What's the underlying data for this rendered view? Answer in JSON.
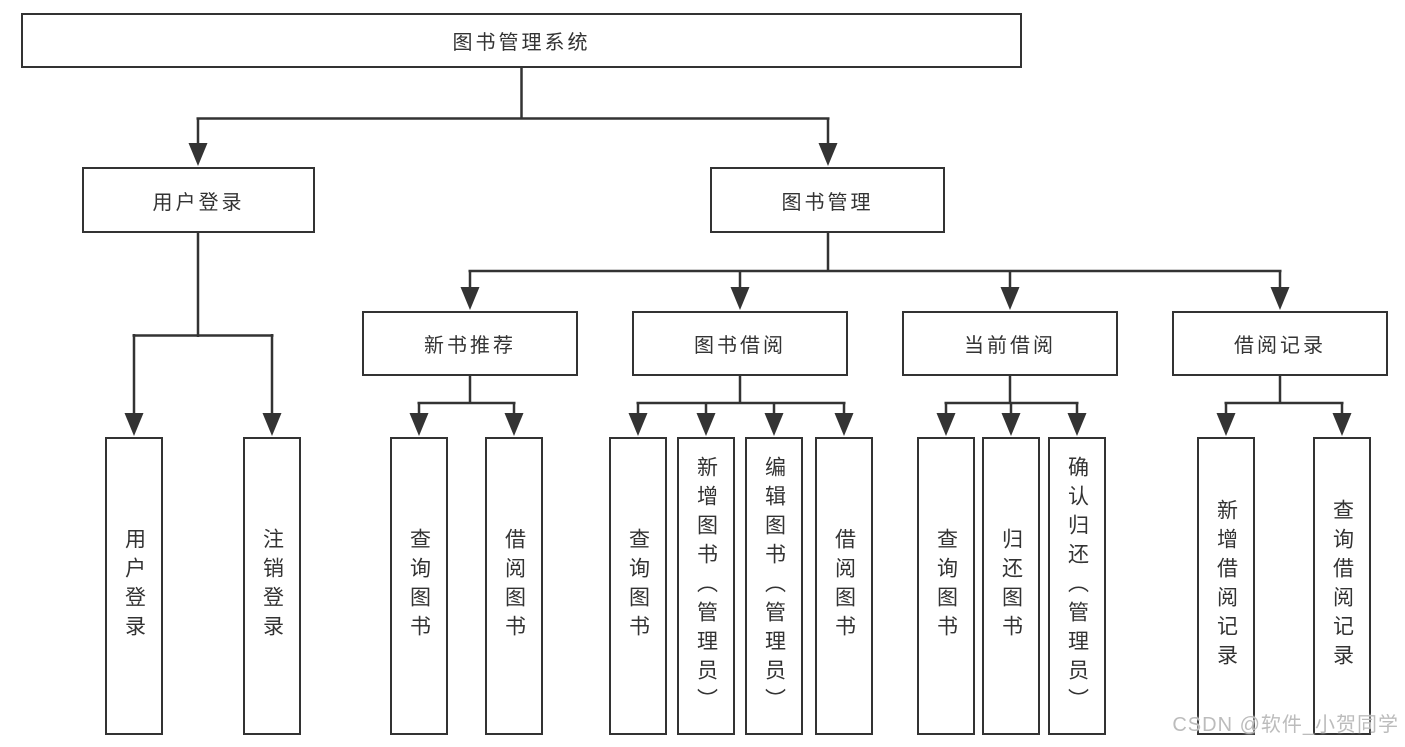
{
  "tree": {
    "root": "图书管理系统",
    "children": [
      {
        "label": "用户登录",
        "children": [
          {
            "label": "用户登录"
          },
          {
            "label": "注销登录"
          }
        ]
      },
      {
        "label": "图书管理",
        "children": [
          {
            "label": "新书推荐",
            "children": [
              {
                "label": "查询图书"
              },
              {
                "label": "借阅图书"
              }
            ]
          },
          {
            "label": "图书借阅",
            "children": [
              {
                "label": "查询图书"
              },
              {
                "label": "新增图书（管理员）"
              },
              {
                "label": "编辑图书（管理员）"
              },
              {
                "label": "借阅图书"
              }
            ]
          },
          {
            "label": "当前借阅",
            "children": [
              {
                "label": "查询图书"
              },
              {
                "label": "归还图书"
              },
              {
                "label": "确认归还（管理员）"
              }
            ]
          },
          {
            "label": "借阅记录",
            "children": [
              {
                "label": "新增借阅记录"
              },
              {
                "label": "查询借阅记录"
              }
            ]
          }
        ]
      }
    ]
  },
  "watermark": "CSDN @软件_小贺同学",
  "colors": {
    "line": "#333333",
    "box_fill": "#ffffff",
    "text": "#333333",
    "watermark": "#bcbcbc"
  }
}
